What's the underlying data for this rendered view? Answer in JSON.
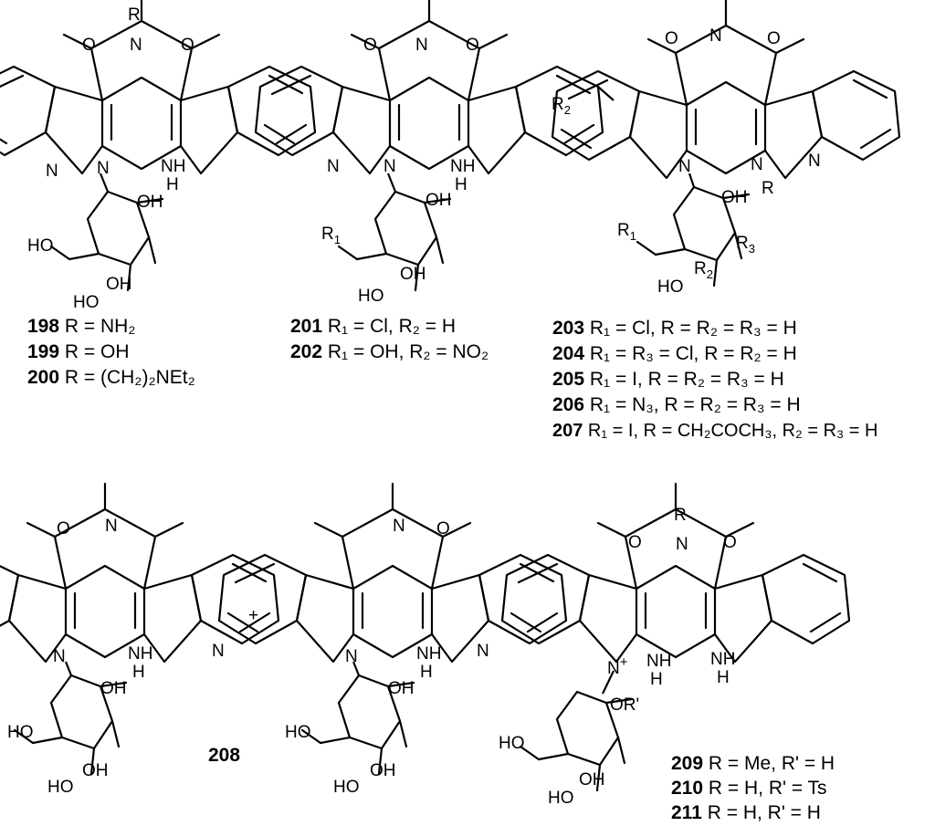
{
  "atoms": {
    "O": "O",
    "N": "N",
    "NH": "NH",
    "N_l": "N",
    "H_l": "H",
    "OH": "OH",
    "HO": "HO",
    "R": "R",
    "R1": "R",
    "sub1": "1",
    "R2": "R",
    "sub2": "2",
    "R3": "R",
    "sub3": "3",
    "ORp": "OR'",
    "Nplus": "N",
    "plus": "+"
  },
  "plus_sign": "+",
  "compound_208": "208",
  "labels": [
    {
      "num": "198",
      "text": " R = NH₂"
    },
    {
      "num": "199",
      "text": " R = OH"
    },
    {
      "num": "200",
      "text": " R = (CH₂)₂NEt₂"
    },
    {
      "num": "201",
      "text": " R₁ = Cl, R₂ = H"
    },
    {
      "num": "202",
      "text": " R₁ = OH, R₂ = NO₂"
    },
    {
      "num": "203",
      "text": " R₁ = Cl, R = R₂ = R₃ = H"
    },
    {
      "num": "204",
      "text": " R₁ = R₃ = Cl, R = R₂ = H"
    },
    {
      "num": "205",
      "text": " R₁ = I, R = R₂ = R₃ = H"
    },
    {
      "num": "206",
      "text": " R₁ = N₃, R = R₂ = R₃ = H"
    },
    {
      "num": "207",
      "text": " R₁ = I, R = CH₂COCH₃, R₂ = R₃ = H"
    },
    {
      "num": "209",
      "text": " R = Me, R' = H"
    },
    {
      "num": "210",
      "text": " R = H, R' = Ts"
    },
    {
      "num": "211",
      "text": " R = H, R' = H"
    }
  ]
}
